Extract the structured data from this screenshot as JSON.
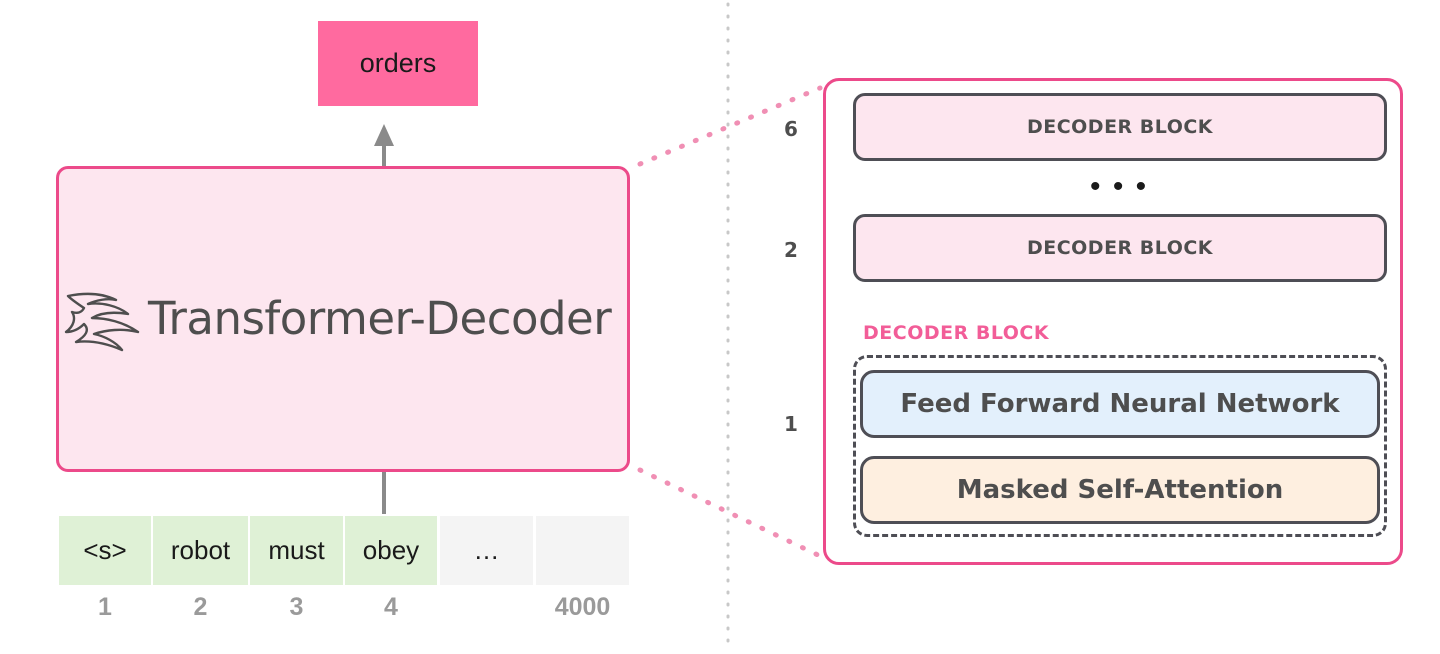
{
  "output": {
    "label": "orders"
  },
  "decoder": {
    "title": "Transformer-Decoder"
  },
  "tokens": [
    {
      "text": "<s>",
      "position": "1"
    },
    {
      "text": "robot",
      "position": "2"
    },
    {
      "text": "must",
      "position": "3"
    },
    {
      "text": "obey",
      "position": "4"
    },
    {
      "text": "…",
      "position": ""
    },
    {
      "text": "",
      "position": "4000"
    }
  ],
  "stack": {
    "layers": [
      {
        "number": "6",
        "label": "DECODER BLOCK"
      },
      {
        "number": "2",
        "label": "DECODER BLOCK"
      },
      {
        "number": "1"
      }
    ],
    "ellipsis": "• • •",
    "detail": {
      "label": "DECODER BLOCK",
      "ffnn": "Feed Forward Neural Network",
      "attention": "Masked Self-Attention"
    }
  },
  "colors": {
    "accent_pink": "#ec4a8a",
    "output_fill": "#ff6a9f",
    "decoder_fill": "#fde6ef",
    "token_fill": "#dff1d6",
    "ffnn_fill": "#e3f0fc",
    "attention_fill": "#feefe0"
  },
  "icons": {
    "logo": "transformer-wing-logo"
  }
}
